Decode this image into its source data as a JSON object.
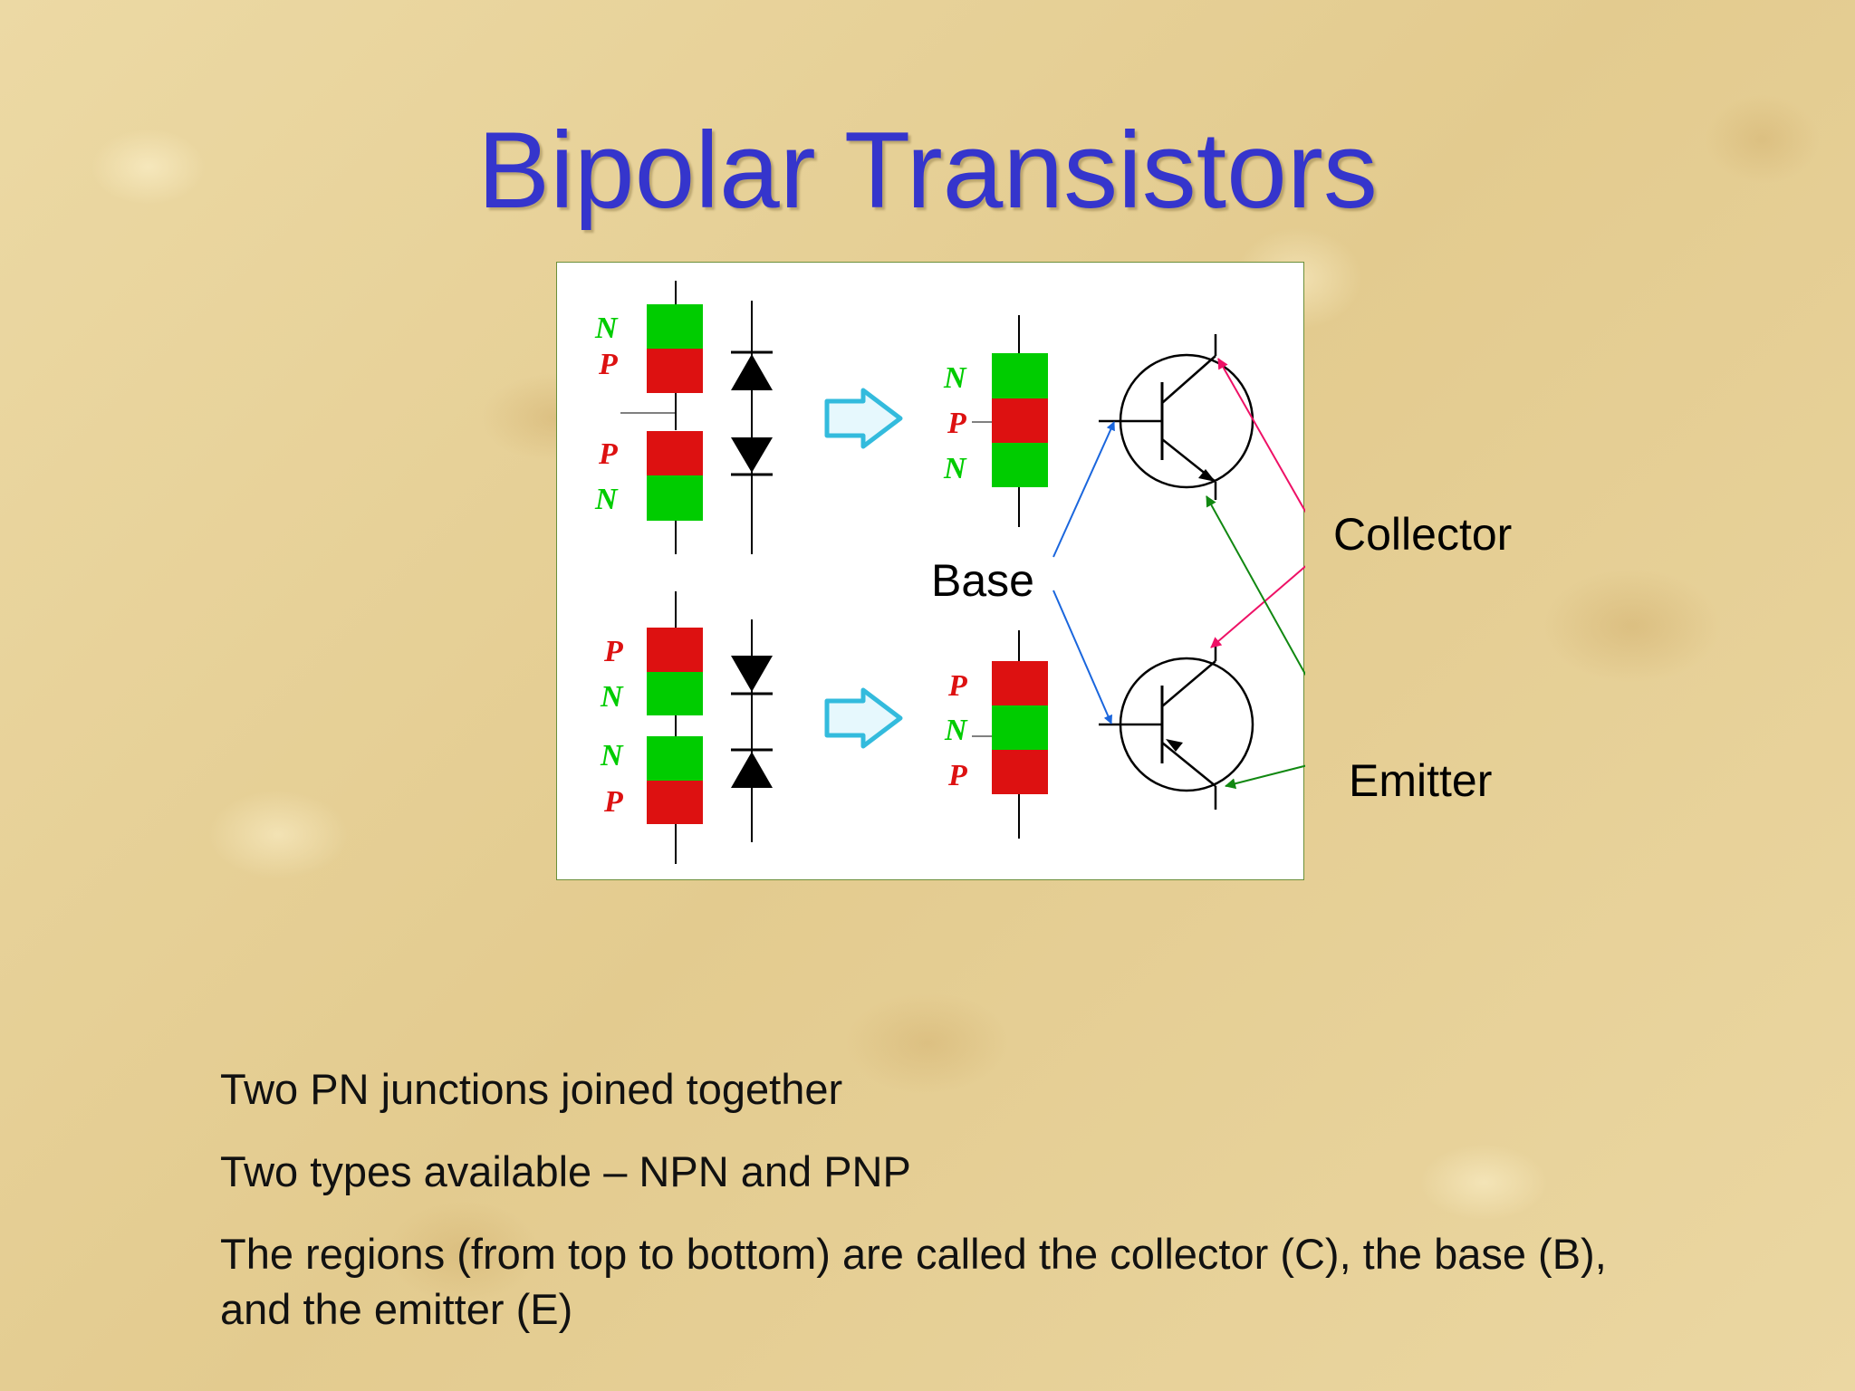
{
  "slide": {
    "title": "Bipolar Transistors",
    "bullets": [
      "Two PN junctions joined together",
      "Two types available – NPN and PNP",
      "The regions (from top to bottom) are called the collector (C), the base (B), and the emitter (E)"
    ]
  },
  "diagram": {
    "top_left_stack": [
      "N",
      "P",
      "P",
      "N"
    ],
    "bottom_left_stack": [
      "P",
      "N",
      "N",
      "P"
    ],
    "npn_stack": [
      "N",
      "P",
      "N"
    ],
    "pnp_stack": [
      "P",
      "N",
      "P"
    ],
    "labels": {
      "base": "Base",
      "collector": "Collector",
      "emitter": "Emitter"
    }
  },
  "colors": {
    "title": "#3535cc",
    "n_region": "#00cc00",
    "p_region": "#dd1111",
    "base_arrow": "#1a66dd",
    "collector_arrow": "#ee1166",
    "emitter_arrow": "#118811",
    "hollow_arrow": "#33bbdd"
  }
}
